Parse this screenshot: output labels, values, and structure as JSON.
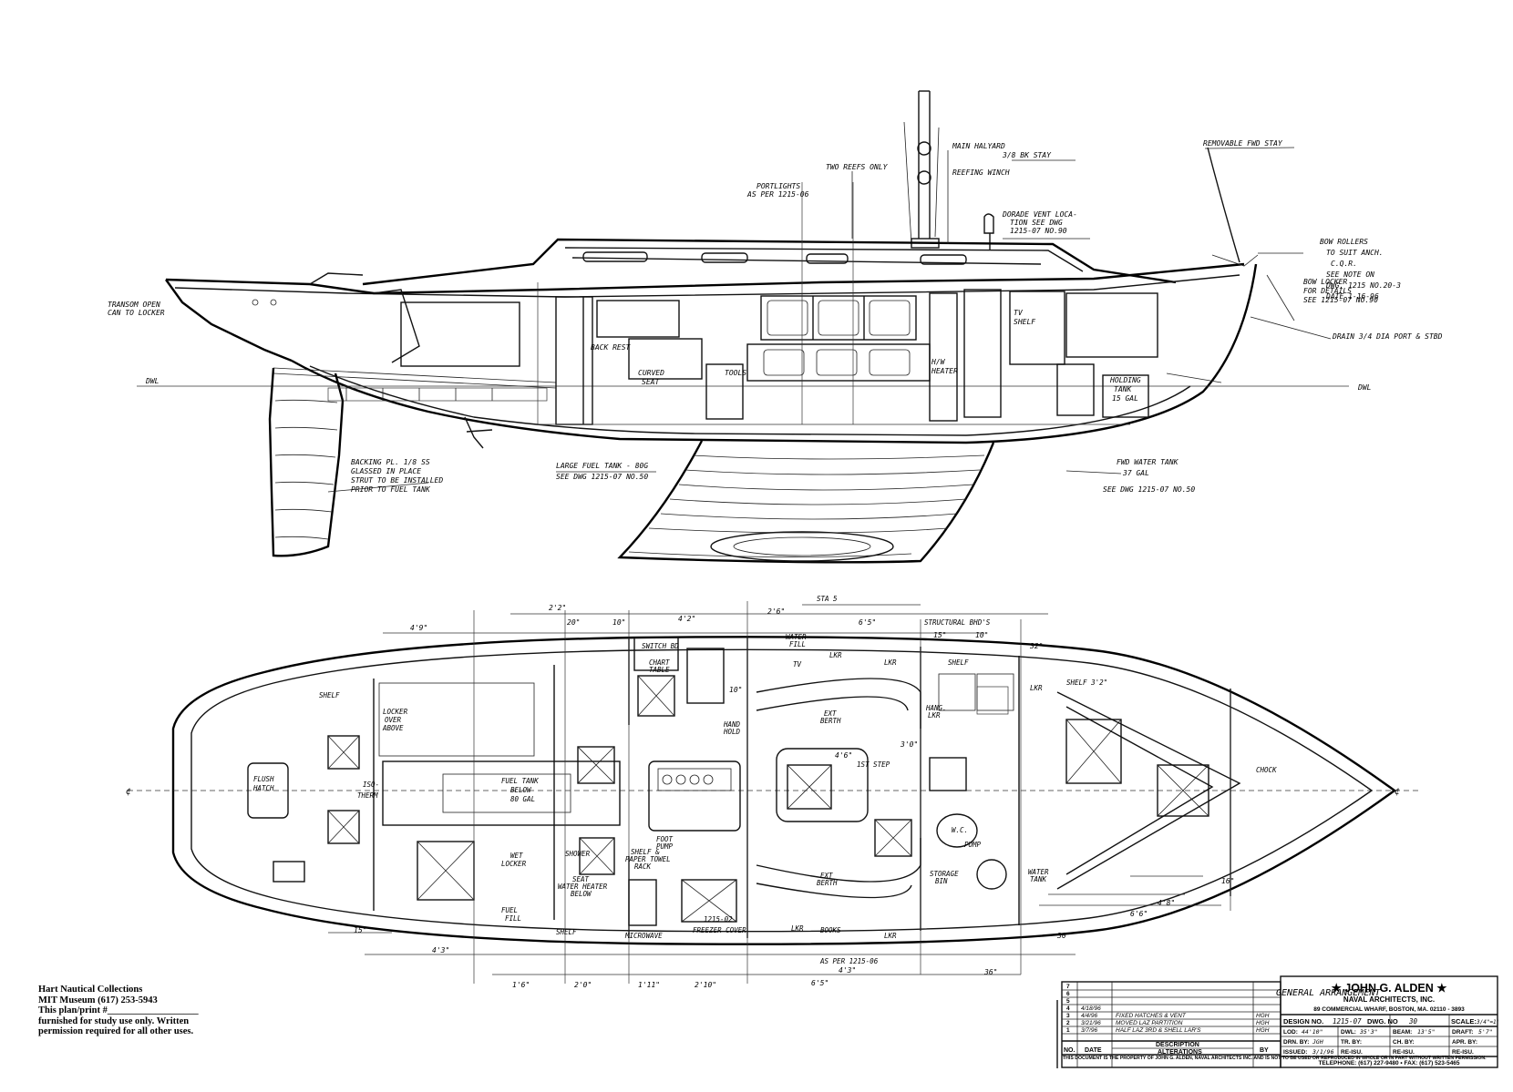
{
  "credit": {
    "line1": "Hart Nautical Collections",
    "line2": "MIT Museum (617) 253-5943",
    "line3": "This plan/print #___________________",
    "line4": "furnished for study use only. Written",
    "line5": "permission required for all other uses."
  },
  "firm": {
    "name": "★ JOHN G. ALDEN ★",
    "subtitle": "NAVAL ARCHITECTS, INC.",
    "address": "89 COMMERCIAL WHARF, BOSTON, MA. 02110 - 3893",
    "contact": "TELEPHONE: (617) 227-9480   •   FAX: (617) 523-5465"
  },
  "drawing_title": "GENERAL ARRANGEMENT",
  "title_block": {
    "design_label": "DESIGN NO.",
    "design_no": "1215-07",
    "dwg_label": "DWG. NO",
    "dwg_no": "30",
    "scale_label": "SCALE:",
    "scale": "3/4\"=1'",
    "lod_label": "LOD:",
    "lod": "44'10\"",
    "dwl_label": "DWL:",
    "dwl": "35'3\"",
    "beam_label": "BEAM:",
    "beam": "13'5\"",
    "draft_label": "DRAFT:",
    "draft": "5'7\"",
    "drn_label": "DRN. BY:",
    "drn": "JGH",
    "tr_label": "TR. BY:",
    "ch_label": "CH. BY:",
    "apr_label": "APR. BY:",
    "issued_label": "ISSUED:",
    "issued": "3/1/96",
    "reisu_label": "RE-ISU.",
    "property_note": "THIS DOCUMENT IS THE PROPERTY OF JOHN G. ALDEN, NAVAL ARCHITECTS INC. AND IS NOT TO BE USED OR REPRODUCED IN WHOLE OR IN PART WITHOUT WRITTEN PERMISSION."
  },
  "revisions": {
    "header_no": "NO.",
    "header_date": "DATE",
    "header_desc": "DESCRIPTION",
    "header_alt": "ALTERATIONS",
    "header_by": "BY",
    "rows": [
      {
        "no": "7",
        "date": "",
        "desc": "",
        "by": ""
      },
      {
        "no": "6",
        "date": "",
        "desc": "",
        "by": ""
      },
      {
        "no": "5",
        "date": "",
        "desc": "",
        "by": ""
      },
      {
        "no": "4",
        "date": "4/18/96",
        "desc": "",
        "by": ""
      },
      {
        "no": "3",
        "date": "4/4/96",
        "desc": "FIXED HATCHES & VENT",
        "by": "HGH"
      },
      {
        "no": "2",
        "date": "3/21/96",
        "desc": "MOVED LAZ PARTITION",
        "by": "HGH"
      },
      {
        "no": "1",
        "date": "3/7/96",
        "desc": "HALF LAZ 3RD & SHELL LAR'S",
        "by": "HGH"
      }
    ]
  },
  "profile_notes": {
    "main_halyard": "MAIN HALYARD",
    "two_reefs": "TWO REEFS ONLY",
    "reefing_winch": "REEFING WINCH",
    "backstay": "3/8 BK STAY",
    "portlights": "PORTLIGHTS",
    "portlights_ref": "AS PER 1215-06",
    "dorade": "DORADE VENT LOCA-",
    "dorade2": "TION SEE DWG",
    "dorade3": "1215-07 NO.90",
    "removable_stay": "REMOVABLE FWD STAY",
    "bow_rollers": "BOW ROLLERS",
    "bow_rollers2": "TO SUIT ANCH.",
    "cqr": "C.Q.R.",
    "see_note": "SEE NOTE ON",
    "see_note2": "DWG. 1215 NO.20-3",
    "date_note": "DATE 1-16-96",
    "bow_locker": "BOW LOCKER",
    "bow_locker2": "FOR DETAILS",
    "bow_locker3": "SEE 1215-07 NO.90",
    "transom": "TRANSOM OPEN",
    "transom2": "CAN TO LOCKER",
    "dwl_left": "DWL",
    "dwl_right": "DWL",
    "backing": "BACKING PL. 1/8 SS",
    "backing2": "GLASSED IN PLACE",
    "backing3": "STRUT TO BE INSTALLED",
    "backing4": "PRIOR TO FUEL TANK",
    "fuel_tank": "LARGE FUEL TANK - 80G",
    "fuel_tank2": "SEE DWG 1215-07 NO.50",
    "water_tank": "FWD WATER TANK",
    "water_tank2": "37 GAL",
    "water_tank3": "SEE DWG 1215-07 NO.50",
    "drain": "DRAIN 3/4 DIA PORT & STBD",
    "holding": "HOLDING",
    "holding2": "TANK",
    "holding3": "15 GAL",
    "tv": "TV",
    "tv2": "SHELF",
    "hw_heater": "H/W",
    "hw_heater2": "HEATER",
    "curved_seat": "CURVED",
    "curved_seat2": "SEAT",
    "tools": "TOOLS",
    "backrest": "BACK REST"
  },
  "plan_notes": {
    "shelf_aft": "SHELF",
    "locker": "LOCKER",
    "locker2": "OVER",
    "locker3": "ABOVE",
    "flush_hatch": "FLUSH",
    "flush_hatch2": "HATCH",
    "isotherm": "ISO-",
    "isotherm2": "THERM",
    "fuel_tank": "FUEL TANK",
    "fuel_tank2": "BELOW",
    "fuel_tank3": "80 GAL",
    "wet_locker": "WET",
    "wet_locker2": "LOCKER",
    "fuel_fill": "FUEL",
    "fuel_fill2": "FILL",
    "shelf_port": "SHELF",
    "microwave": "MICROWAVE",
    "shower": "SHOWER",
    "seat": "SEAT",
    "seat2": "WATER HEATER",
    "seat3": "BELOW",
    "shelf_towel": "SHELF &",
    "shelf_towel2": "PAPER TOWEL",
    "shelf_towel3": "RACK",
    "freezer": "FREEZER COVER",
    "freezer_ref": "1215-02",
    "foot_pump": "FOOT",
    "foot_pump2": "PUMP",
    "hand_hold": "HAND",
    "hand_hold2": "HOLD",
    "water_fill": "WATER",
    "water_fill2": "FILL",
    "tv": "TV",
    "lkr1": "LKR",
    "lkr2": "LKR",
    "lkr3": "LKR",
    "lkr4": "LKR",
    "lkr5": "LKR",
    "books": "BOOKS",
    "shelf_fwd": "SHELF",
    "shelf_fwd2": "SHELF 3'2\"",
    "ext_berth": "EXT",
    "ext_berth2": "BERTH",
    "step": "1ST STEP",
    "sta": "STA 5",
    "structural": "STRUCTURAL BHD'S",
    "hanging": "HANG.",
    "hanging2": "LKR",
    "head": "W.C.",
    "pump": "PUMP",
    "storage": "STORAGE",
    "storage2": "BIN",
    "water_tank": "WATER",
    "water_tank2": "TANK",
    "portlights": "AS PER 1215-06",
    "chock": "CHOCK",
    "switch_bd": "SWITCH BD",
    "chart": "CHART",
    "chart2": "TABLE",
    "centerline": "¢"
  },
  "dimensions": {
    "top": [
      "4'9\"",
      "2'2\"",
      "20\"",
      "10\"",
      "4'2\"",
      "2'6\"",
      "6'5\"",
      "15\"",
      "10\"",
      "32\""
    ],
    "bottom": [
      "15\"",
      "4'3\"",
      "1'6\"",
      "2'0\"",
      "1'11\"",
      "2'10\"",
      "4'3\"",
      "6'5\"",
      "36\"",
      "30\"",
      "6'6\"",
      "4'8\"",
      "16\""
    ],
    "side": [
      "4'6\"",
      "3'0\"",
      "10\""
    ]
  }
}
